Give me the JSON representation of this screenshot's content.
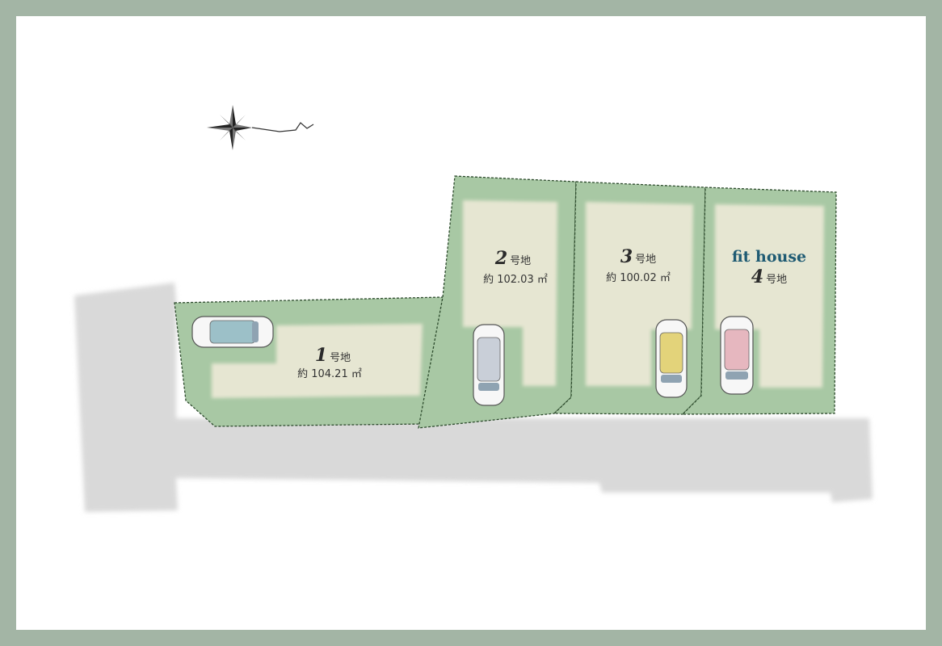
{
  "lots": [
    {
      "id": "1",
      "number": "1",
      "suffix": "号地",
      "area": "約 104.21 ㎡",
      "car_color": "#9cc0c8"
    },
    {
      "id": "2",
      "number": "2",
      "suffix": "号地",
      "area": "約 102.03 ㎡",
      "car_color": "#c9cfd8"
    },
    {
      "id": "3",
      "number": "3",
      "suffix": "号地",
      "area": "約 100.02 ㎡",
      "car_color": "#e3d37a"
    },
    {
      "id": "4",
      "number": "4",
      "suffix": "号地",
      "brand": "fit house",
      "car_color": "#e6b7bf"
    }
  ],
  "colors": {
    "frame": "#a3b5a5",
    "lot_green": "#a8c8a4",
    "building": "#e6e6d2",
    "road": "#d9d9d9",
    "boundary": "#2c4a2c",
    "brand": "#1f5b73"
  },
  "icons": {
    "compass": "north-arrow-compass-icon",
    "car": "car-icon"
  }
}
